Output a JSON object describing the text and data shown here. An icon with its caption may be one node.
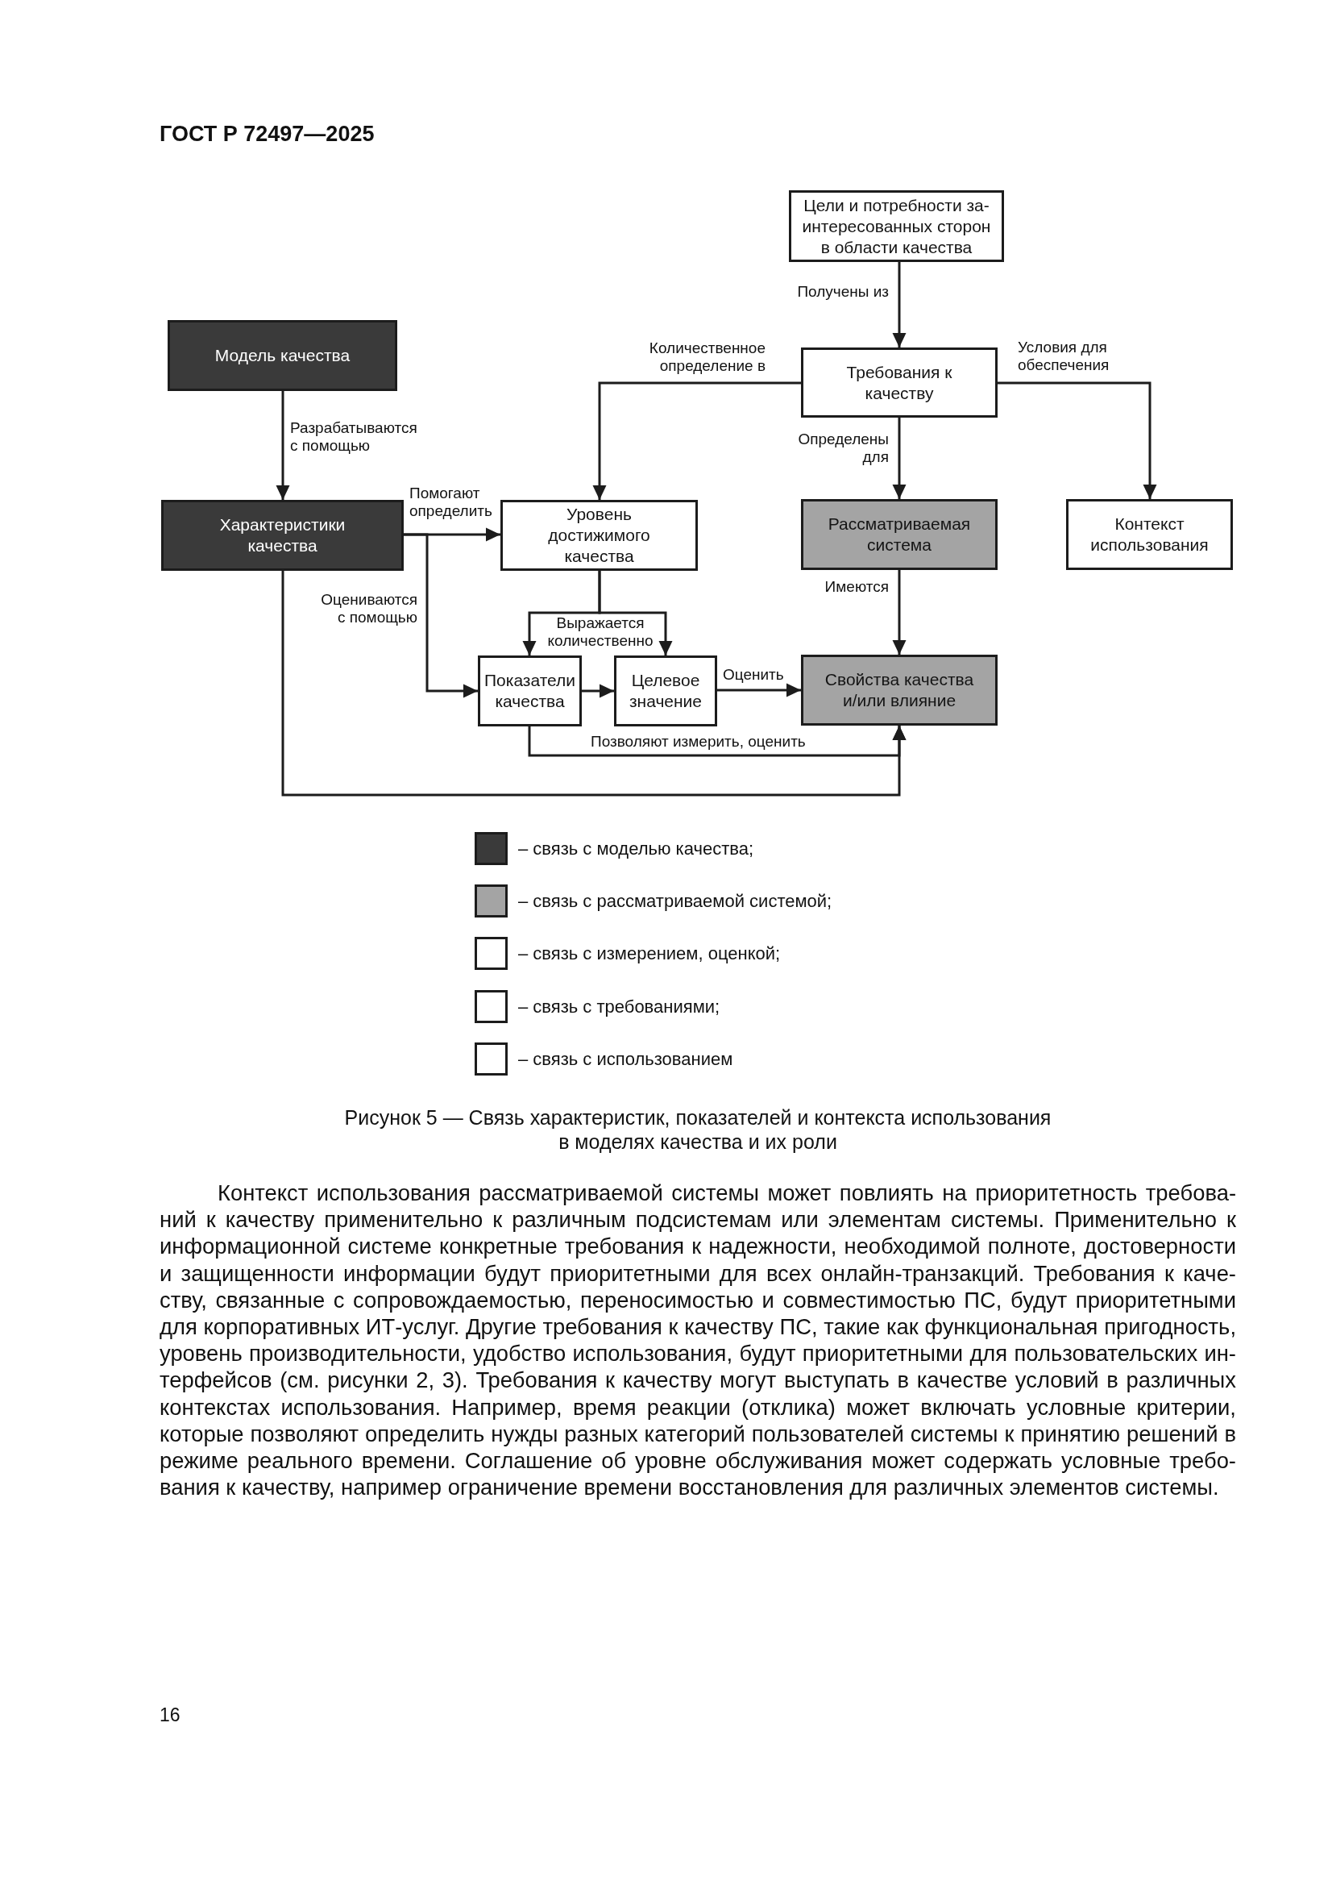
{
  "diagram": {
    "caption": "Рисунок 5 — Связь характеристик, показателей и контекста использования в моделях качества и их роли",
    "nodes": [
      {
        "text": [
          "Цели и потребности за-интересованных сторон в области качества"
        ]
      },
      {
        "text": [
          "Модель качества"
        ]
      },
      {
        "text": [
          "Требования к качеству"
        ]
      },
      {
        "text": [
          "Характеристики качества"
        ]
      },
      {
        "text": [
          "Уровень достижимого качества"
        ]
      },
      {
        "text": [
          "Рассматриваемая система"
        ]
      },
      {
        "text": [
          "Контекст использования"
        ]
      },
      {
        "text": [
          "Показатели качества"
        ]
      },
      {
        "text": [
          "Целевое значение"
        ]
      },
      {
        "text": [
          "Свойства качества и/или влияние"
        ]
      }
    ],
    "edges": [
      {
        "from": 0,
        "to": 2,
        "arrow": "to",
        "label": "Получены из"
      },
      {
        "from": 1,
        "to": 3,
        "arrow": "to",
        "label": "Разрабатываются с помощью"
      },
      {
        "from": 2,
        "to": 4,
        "arrow": "to",
        "label": "Количественное определение в"
      },
      {
        "from": 2,
        "to": 5,
        "arrow": "to",
        "label": "Определены для"
      },
      {
        "from": 2,
        "to": 6,
        "arrow": "to",
        "label": "Условия для обеспечения"
      },
      {
        "from": 3,
        "to": 4,
        "arrow": "to",
        "label": "Помогают определить"
      },
      {
        "from": 3,
        "to": 7,
        "arrow": "to",
        "label": "Оцениваются с помощью"
      },
      {
        "from": 4,
        "to": 7,
        "arrow": "to",
        "label": "Выражается количественно"
      },
      {
        "from": 4,
        "to": 8,
        "arrow": "to"
      },
      {
        "from": 5,
        "to": 9,
        "arrow": "to",
        "label": "Имеются"
      },
      {
        "from": 7,
        "to": 8,
        "arrow": "to"
      },
      {
        "from": 8,
        "to": 9,
        "arrow": "to",
        "label": "Оценить"
      },
      {
        "from": 7,
        "to": 9,
        "arrow": "to",
        "label": "Позволяют измерить, оценить"
      },
      {
        "from": 3,
        "to": 9,
        "arrow": "to"
      }
    ],
    "labels": [
      "ГОСТ Р 72497—2025",
      "Контекст использования рассматриваемой системы может повлиять на приоритетность требова-ний к качеству применительно к различным подсистемам или элементам системы. Применительно к информационной системе конкретные требования к надежности, необходимой полноте, достоверности и защищенности информации будут приоритетными для всех онлайн-транзакций. Требования к каче-ству, связанные с сопровождаемостью, переносимостью и совместимостью ПС, будут приоритетными для корпоративных ИТ-услуг. Другие требования к качеству ПС, такие как функциональная пригодность, уровень производительности, удобство использования, будут приоритетными для пользовательских ин-терфейсов (см. рисунки 2, 3). Требования к качеству могут выступать в качестве условий в различных контекстах использования. Например, время реакции (отклика) может включать условные критерии, которые позволяют определить нужды разных категорий пользователей системы к принятию решений в режиме реального времени. Соглашение об уровне обслуживания может содержать условные требо-вания к качеству, например ограничение времени восстановления для различных элементов системы.",
      "16"
    ],
    "legend": [
      {
        "text": "– связь с моделью качества;",
        "color": "#3a3a3a"
      },
      {
        "text": "– связь с рассматриваемой системой;",
        "color": "#a4a4a4"
      },
      {
        "text": "– связь с измерением, оценкой;",
        "color": "#ffffff"
      },
      {
        "text": "– связь с требованиями;",
        "color": "#ffffff"
      },
      {
        "text": "– связь с использованием",
        "color": "#ffffff"
      }
    ]
  }
}
